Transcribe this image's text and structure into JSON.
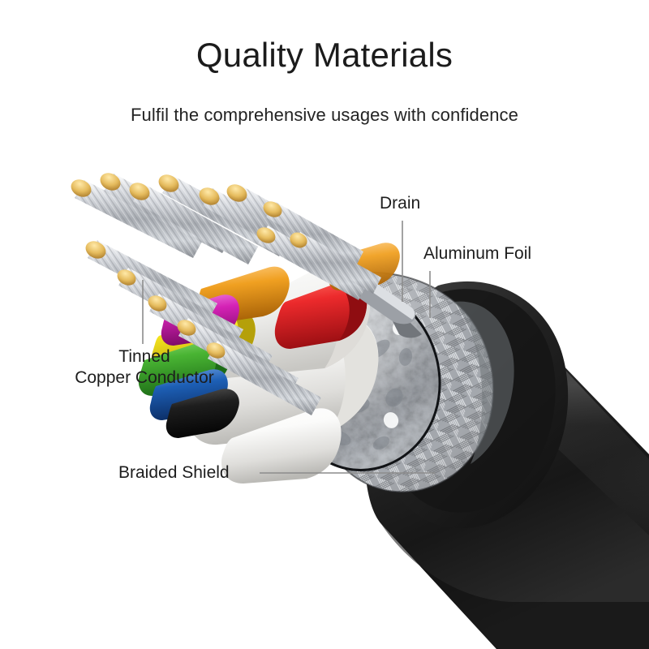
{
  "header": {
    "title": "Quality Materials",
    "subtitle": "Fulfil the comprehensive usages with confidence"
  },
  "callouts": {
    "drain": "Drain",
    "aluminum_foil": "Aluminum Foil",
    "tinned_copper_conductor": "Tinned\nCopper Conductor",
    "braided_shield": "Braided Shield"
  },
  "illustration": {
    "name": "cable-cutaway-diagram",
    "description": "Cutaway of a multi-core shielded cable showing inner layers",
    "layers": [
      "tinned-copper-conductor",
      "colored-insulation",
      "white-insulation",
      "drain-wire",
      "aluminum-foil",
      "braided-shield",
      "black-outer-jacket"
    ],
    "colors": {
      "background": "#ffffff",
      "text": "#1d1d1d",
      "leader_line": "#8a8a8a",
      "jacket_dark": "#1c1c1c",
      "jacket_mid": "#3a3a3a",
      "jacket_light": "#5d5d5d",
      "foil_silver": "#c9ccd1",
      "braid_silver": "#b9bcc1",
      "copper_tip": "#e8bf63",
      "strand_silver": "#c6c9ce",
      "wire_red": "#e8262a",
      "wire_orange": "#f0a021",
      "wire_yellow": "#f4e11c",
      "wire_green": "#46b033",
      "wire_blue": "#1d5fb5",
      "wire_magenta": "#d622b7",
      "wire_white": "#f4f4f2",
      "wire_black": "#1a1a1a"
    }
  }
}
